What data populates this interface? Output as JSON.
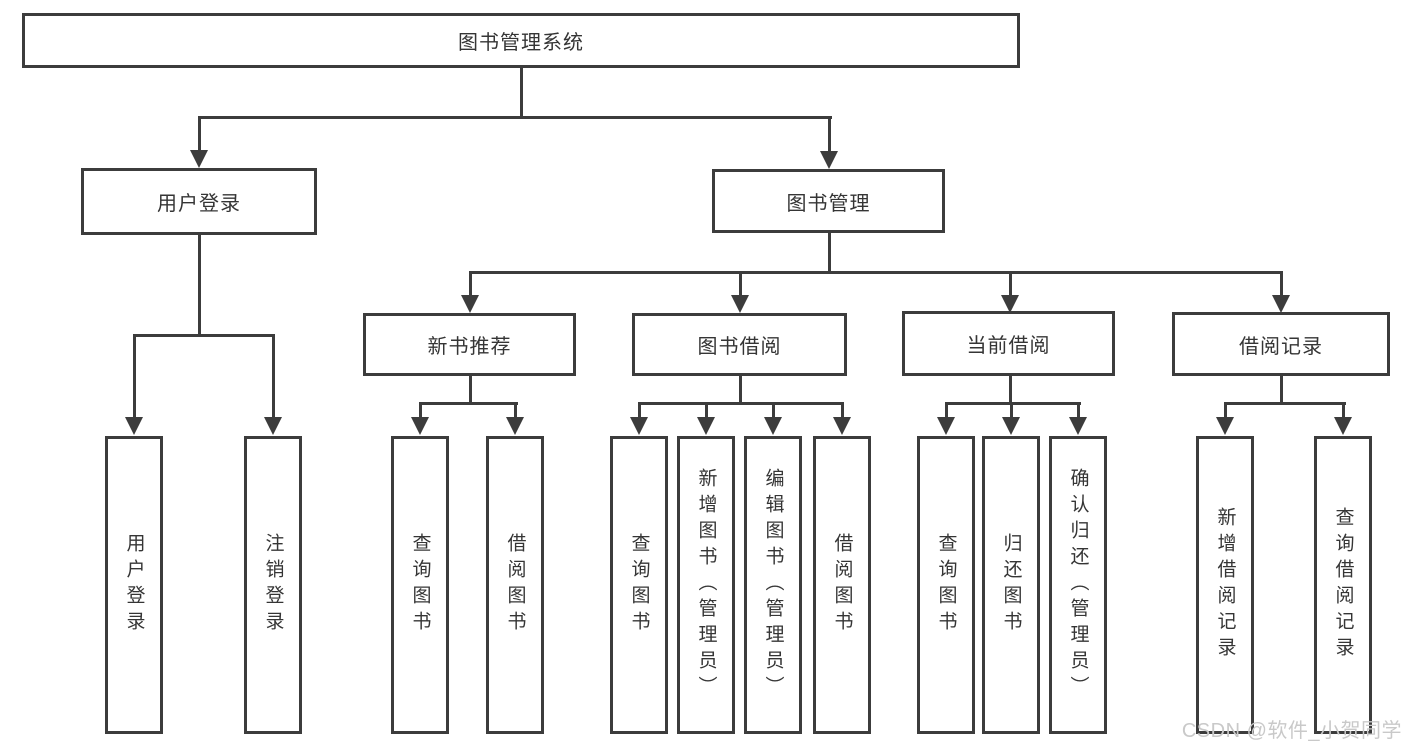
{
  "colors": {
    "line": "#3c3c3c",
    "text": "#353535",
    "background": "#ffffff",
    "watermark": "#c9c9c9"
  },
  "tree": {
    "root": {
      "label": "图书管理系统"
    },
    "branches": [
      {
        "label": "用户登录",
        "leaves": [
          {
            "label": "用户登录"
          },
          {
            "label": "注销登录"
          }
        ]
      },
      {
        "label": "图书管理",
        "groups": [
          {
            "label": "新书推荐",
            "leaves": [
              {
                "label": "查询图书"
              },
              {
                "label": "借阅图书"
              }
            ]
          },
          {
            "label": "图书借阅",
            "leaves": [
              {
                "label": "查询图书"
              },
              {
                "label": "新增图书（管理员）"
              },
              {
                "label": "编辑图书（管理员）"
              },
              {
                "label": "借阅图书"
              }
            ]
          },
          {
            "label": "当前借阅",
            "leaves": [
              {
                "label": "查询图书"
              },
              {
                "label": "归还图书"
              },
              {
                "label": "确认归还（管理员）"
              }
            ]
          },
          {
            "label": "借阅记录",
            "leaves": [
              {
                "label": "新增借阅记录"
              },
              {
                "label": "查询借阅记录"
              }
            ]
          }
        ]
      }
    ]
  },
  "watermark": {
    "text": "CSDN @软件_小贺同学"
  }
}
